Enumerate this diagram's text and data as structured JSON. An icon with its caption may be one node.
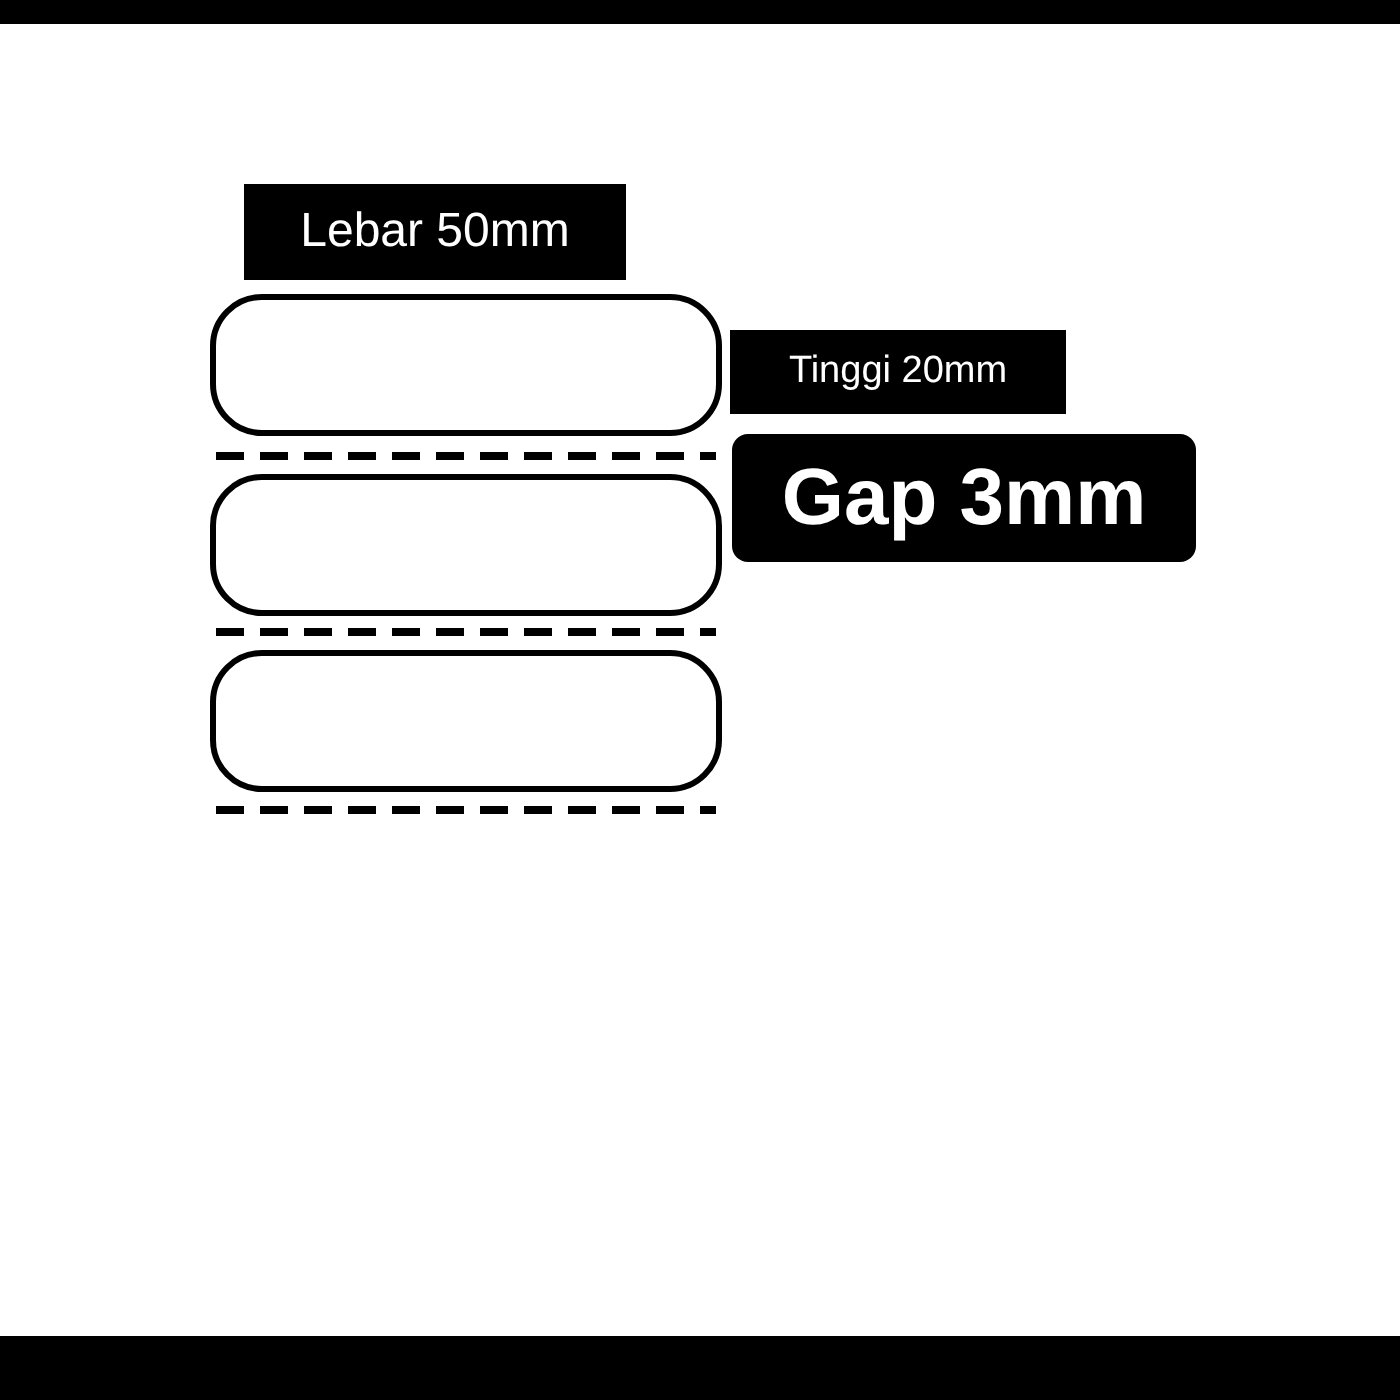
{
  "diagram": {
    "nodes": [
      {
        "text": [],
        "shape": "box"
      },
      {
        "text": [],
        "shape": "box"
      },
      {
        "text": [],
        "shape": "box"
      }
    ],
    "labels": [
      "Lebar 50mm",
      "Tinggi 20mm",
      "Gap 3mm"
    ]
  }
}
